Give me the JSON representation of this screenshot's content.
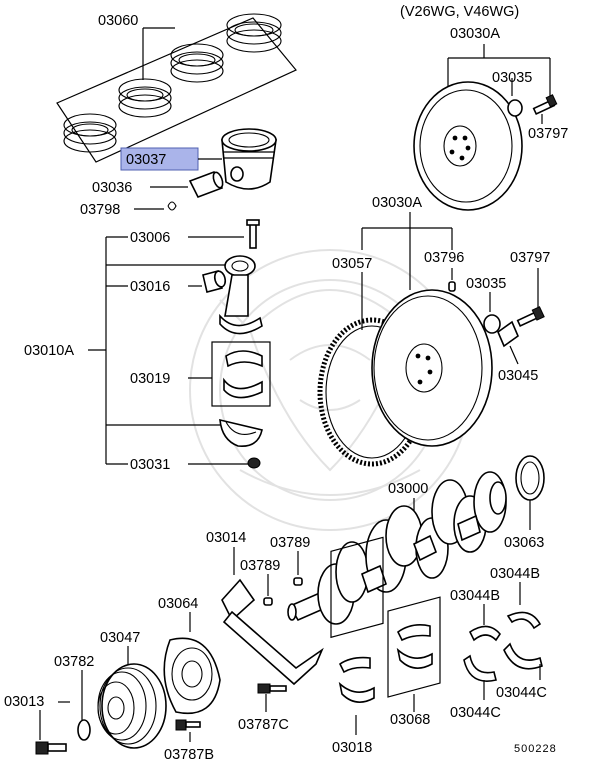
{
  "variant_note": "(V26WG, V46WG)",
  "drawing_number": "500228",
  "highlight_color": "#aab4ea",
  "labels": {
    "p03060": "03060",
    "p03037": "03037",
    "p03036": "03036",
    "p03798": "03798",
    "p03006": "03006",
    "p03016": "03016",
    "p03010A": "03010A",
    "p03019": "03019",
    "p03031": "03031",
    "p03030A_top": "03030A",
    "p03035_top": "03035",
    "p03797_top": "03797",
    "p03030A_mid": "03030A",
    "p03057": "03057",
    "p03796": "03796",
    "p03035_mid": "03035",
    "p03797_mid": "03797",
    "p03045": "03045",
    "p03000": "03000",
    "p03063": "03063",
    "p03014": "03014",
    "p03789a": "03789",
    "p03789b": "03789",
    "p03044B_a": "03044B",
    "p03044B_b": "03044B",
    "p03064": "03064",
    "p03047": "03047",
    "p03782": "03782",
    "p03013": "03013",
    "p03787C": "03787C",
    "p03787B": "03787B",
    "p03018": "03018",
    "p03068": "03068",
    "p03044C_a": "03044C",
    "p03044C_b": "03044C"
  }
}
